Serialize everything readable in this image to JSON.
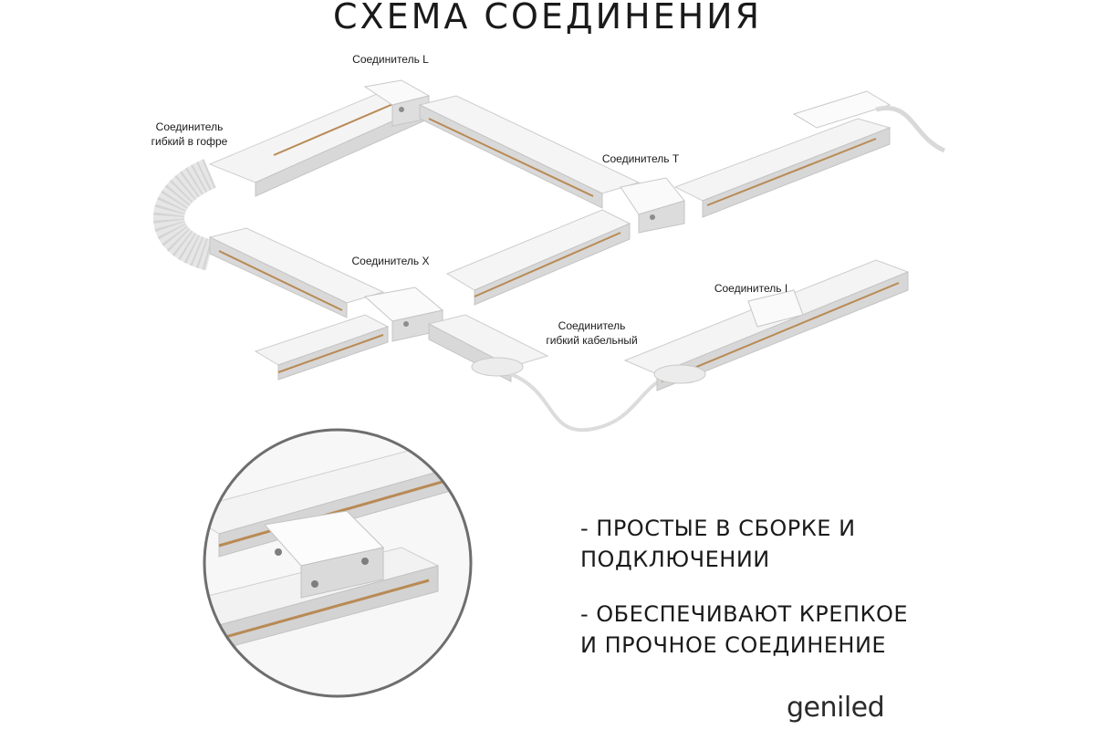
{
  "title": "СХЕМА СОЕДИНЕНИЯ",
  "labels": {
    "connector_l": "Соединитель L",
    "connector_flex_corrugated_line1": "Соединитель",
    "connector_flex_corrugated_line2": "гибкий в гофре",
    "connector_t": "Соединитель T",
    "connector_x": "Соединитель X",
    "connector_i": "Соединитель I",
    "connector_flex_cable_line1": "Соединитель",
    "connector_flex_cable_line2": "гибкий кабельный"
  },
  "features": {
    "item1_line1": "- ПРОСТЫЕ В СБОРКЕ И",
    "item1_line2": "ПОДКЛЮЧЕНИИ",
    "item2_line1": "- ОБЕСПЕЧИВАЮТ КРЕПКОЕ",
    "item2_line2": "И ПРОЧНОЕ СОЕДИНЕНИЕ"
  },
  "brand": "geniled",
  "colors": {
    "rail": "#f2f2f2",
    "rail_shadow": "#c9c9c9",
    "copper": "#b98a55",
    "magnifier_ring": "#6e6e6e",
    "text": "#1a1a1a"
  }
}
